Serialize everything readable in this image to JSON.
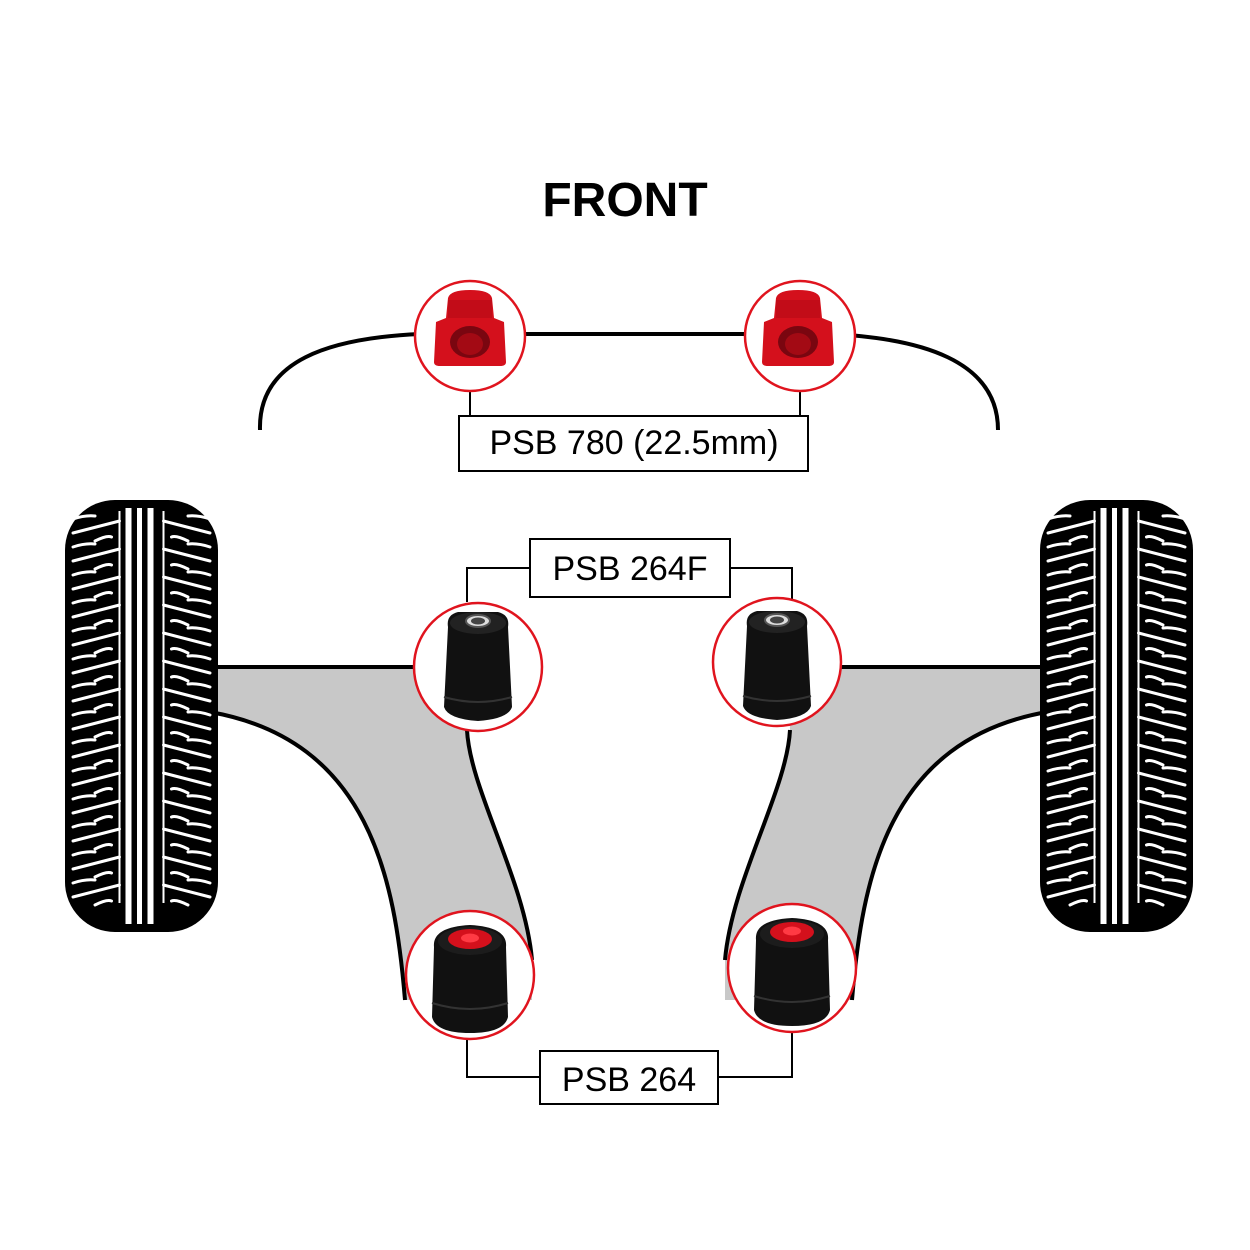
{
  "title": "FRONT",
  "labels": {
    "anti_roll_bar_bush": "PSB 780 (22.5mm)",
    "front_wishbone_bush": "PSB 264F",
    "rear_wishbone_bush": "PSB 264"
  },
  "colors": {
    "highlight_ring": "#e0141e",
    "bush_red": "#d4101c",
    "bush_black": "#111111",
    "arm_gray": "#c8c8c8"
  }
}
